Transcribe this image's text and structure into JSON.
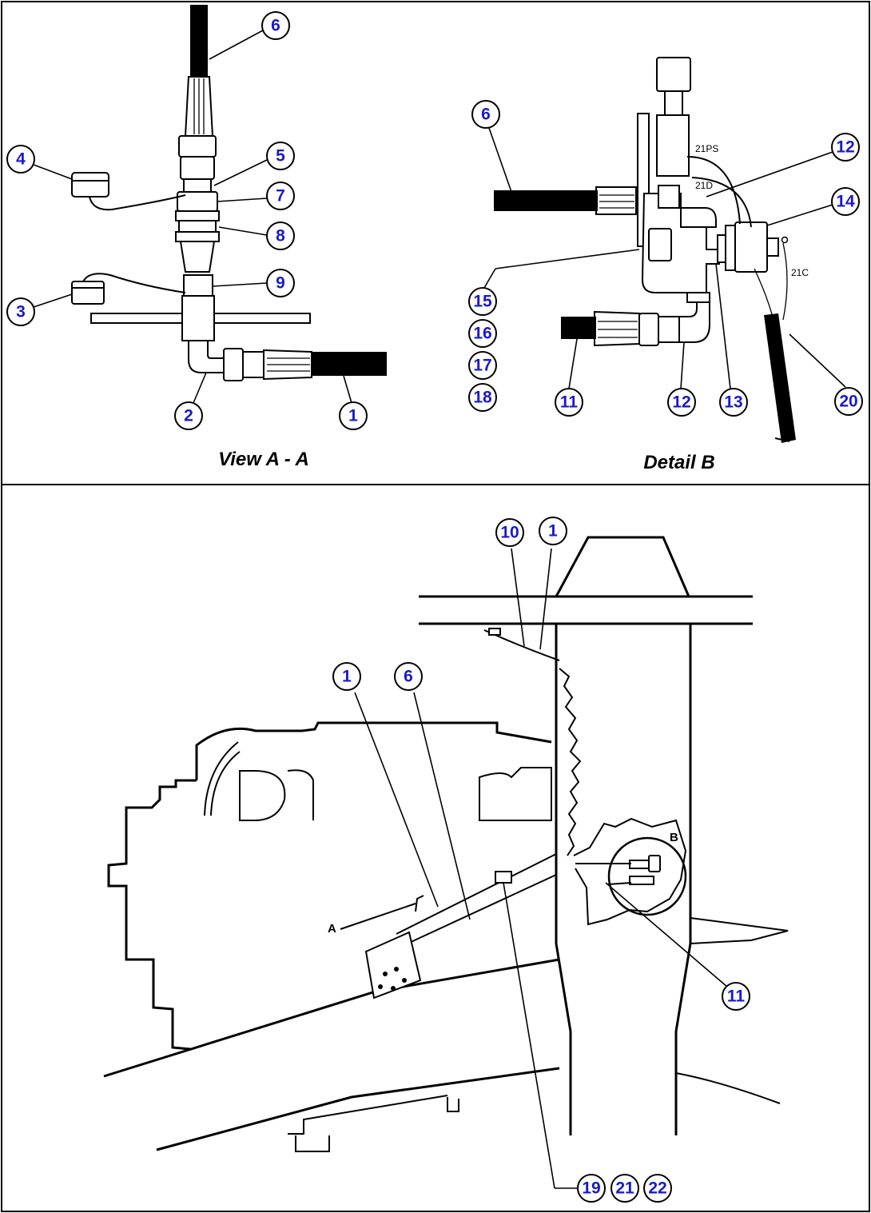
{
  "views": {
    "view_a_title": "View A - A",
    "detail_b_title": "Detail B",
    "section_marker": "A",
    "detail_marker": "B"
  },
  "wire_labels": {
    "w1": "21PS",
    "w2": "21D",
    "w3": "21C"
  },
  "balloons": {
    "b_6_top": "6",
    "b_4": "4",
    "b_5": "5",
    "b_7": "7",
    "b_8": "8",
    "b_9": "9",
    "b_3": "3",
    "b_2": "2",
    "b_1_viewa": "1",
    "b_6_detail": "6",
    "b_12_top": "12",
    "b_14": "14",
    "b_15": "15",
    "b_16": "16",
    "b_17": "17",
    "b_18": "18",
    "b_11_detail": "11",
    "b_12_bottom": "12",
    "b_13": "13",
    "b_20": "20",
    "b_10": "10",
    "b_1_main_top": "1",
    "b_1_main": "1",
    "b_6_main": "6",
    "b_11_main": "11",
    "b_19": "19",
    "b_21": "21",
    "b_22": "22"
  },
  "colors": {
    "balloon_text": "#1a1acc",
    "line": "#000000",
    "background": "#ffffff"
  }
}
